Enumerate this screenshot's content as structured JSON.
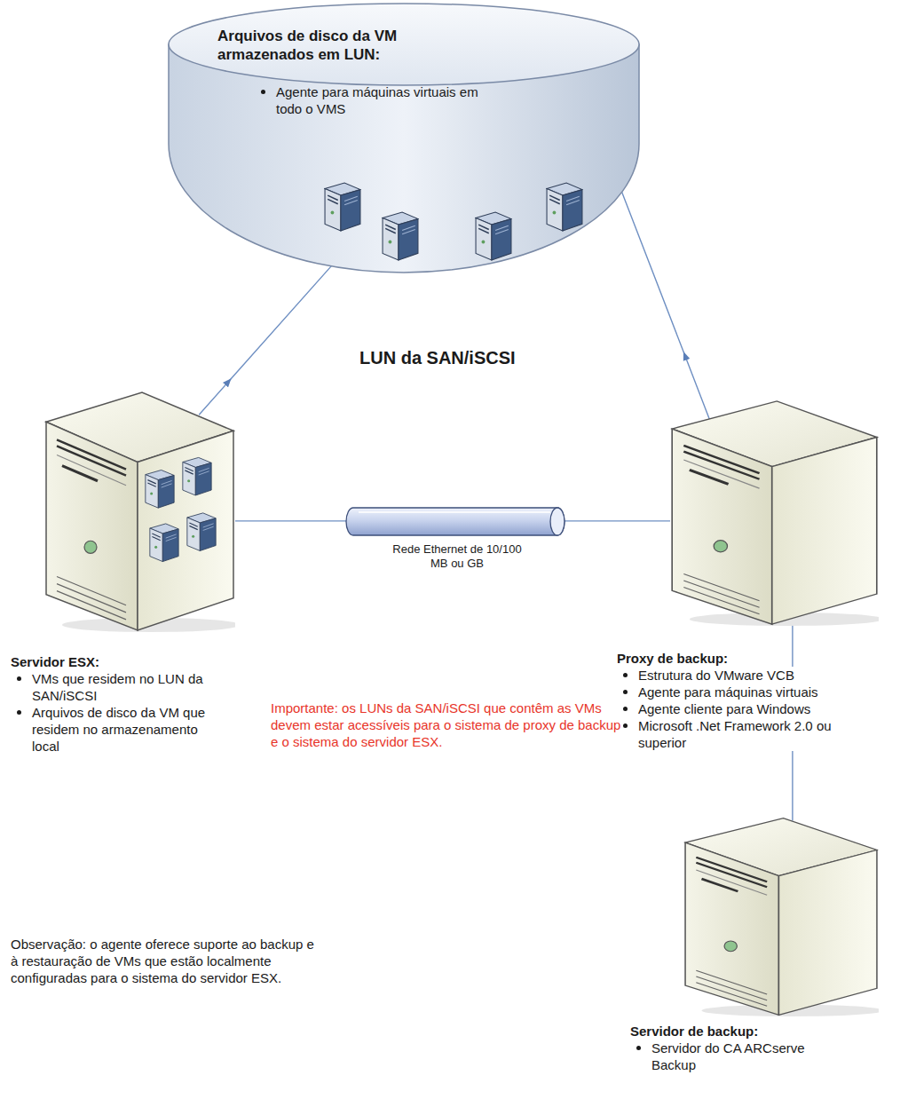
{
  "diagram": {
    "nodes": [
      {
        "text": [
          "Arquivos de disco da VM armazenados em LUN:",
          "Agente para máquinas virtuais em todo o VMS"
        ]
      },
      {
        "text": [
          "Servidor ESX:",
          "VMs que residem no LUN da SAN/iSCSI",
          "Arquivos de disco da VM que residem no armazenamento local"
        ]
      },
      {
        "text": [
          "Proxy de backup:",
          "Estrutura do VMware VCB",
          "Agente para máquinas virtuais",
          "Agente cliente para Windows",
          "Microsoft .Net Framework 2.0 ou superior"
        ]
      },
      {
        "text": [
          "Servidor de backup:",
          "Servidor do CA ARCserve Backup"
        ]
      }
    ],
    "edges": [
      {
        "from": 1,
        "to": 0,
        "arrow": "to"
      },
      {
        "from": 2,
        "to": 0,
        "arrow": "to"
      },
      {
        "from": 1,
        "to": 2,
        "label": "Rede Ethernet de 10/100 MB ou GB",
        "arrow": "none"
      },
      {
        "from": 2,
        "to": 3,
        "arrow": "none"
      }
    ],
    "labels": [
      "LUN da SAN/iSCSI",
      "Importante: os LUNs da SAN/iSCSI que contêm as VMs devem estar acessíveis para o sistema de proxy de backup e o sistema do servidor ESX.",
      "Observação: o agente oferece suporte ao backup e à restauração de VMs que estão localmente configuradas para o sistema do servidor ESX."
    ]
  }
}
